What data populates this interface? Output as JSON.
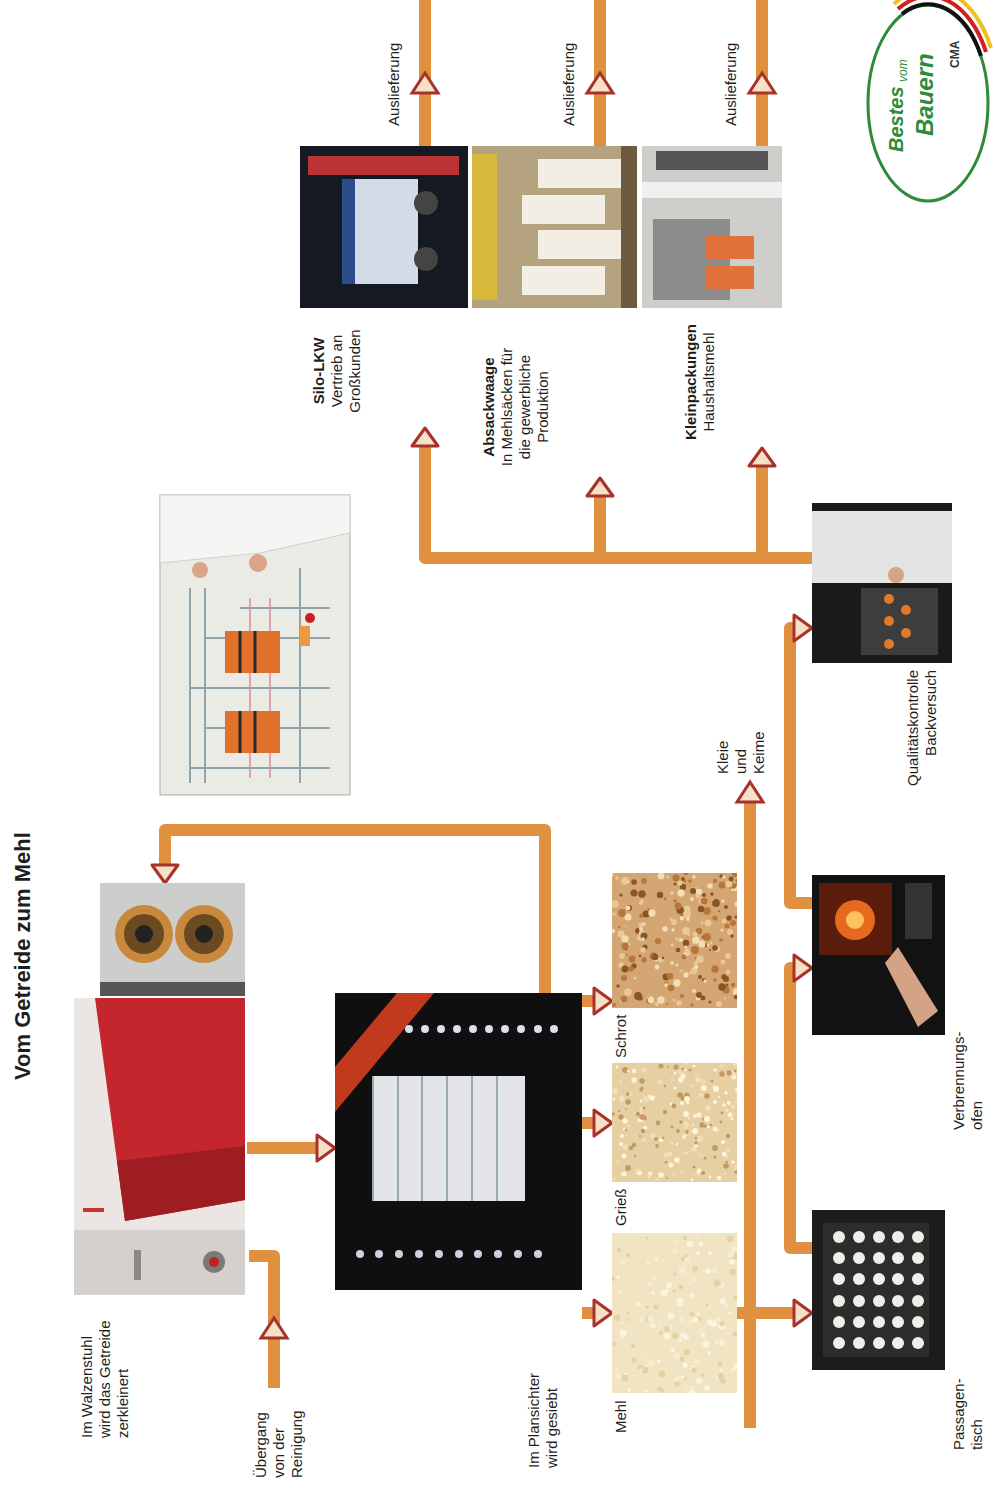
{
  "diagram": {
    "title": "Vom Getreide zum Mehl",
    "nodes": [
      {
        "text": [
          "Im Walzenstuhl wird das Getreide zerkleinert"
        ]
      },
      {
        "text": [
          "Im Plansichter wird gesiebt"
        ]
      },
      {
        "text": [
          "Mehl"
        ]
      },
      {
        "text": [
          "Grieß"
        ]
      },
      {
        "text": [
          "Schrot"
        ]
      },
      {
        "text": [
          "Passagen- tisch"
        ]
      },
      {
        "text": [
          "Verbrennungs- ofen"
        ]
      },
      {
        "text": [
          "Qualitätskontrolle Backversuch"
        ]
      },
      {
        "text": [
          "Silo-LKW",
          "Vertrieb an Großkunden"
        ]
      },
      {
        "text": [
          "Absackwaage",
          "In Mehlsäcken für die gewerbliche Produktion"
        ]
      },
      {
        "text": [
          "Kleinpackungen",
          "Haushaltsmehl"
        ]
      }
    ],
    "edges": [
      {
        "from": 0,
        "to": 1,
        "arrow": "to"
      },
      {
        "from": 1,
        "to": 0,
        "arrow": "to"
      },
      {
        "from": 1,
        "to": 2,
        "arrow": "to"
      },
      {
        "from": 1,
        "to": 3,
        "arrow": "to"
      },
      {
        "from": 1,
        "to": 4,
        "arrow": "to"
      },
      {
        "from": 2,
        "to": 5,
        "arrow": "to"
      },
      {
        "from": 5,
        "to": 6,
        "arrow": "to"
      },
      {
        "from": 6,
        "to": 7,
        "arrow": "to"
      },
      {
        "from": 7,
        "to": 8,
        "arrow": "to"
      },
      {
        "from": 7,
        "to": 9,
        "arrow": "to"
      },
      {
        "from": 7,
        "to": 10,
        "arrow": "to"
      }
    ],
    "labels": [
      "Übergang von der Reinigung",
      "Kleie und Keime",
      "Auslieferung",
      "Auslieferung",
      "Auslieferung",
      "Bestes",
      "vom",
      "Bauern",
      "CMA"
    ]
  }
}
